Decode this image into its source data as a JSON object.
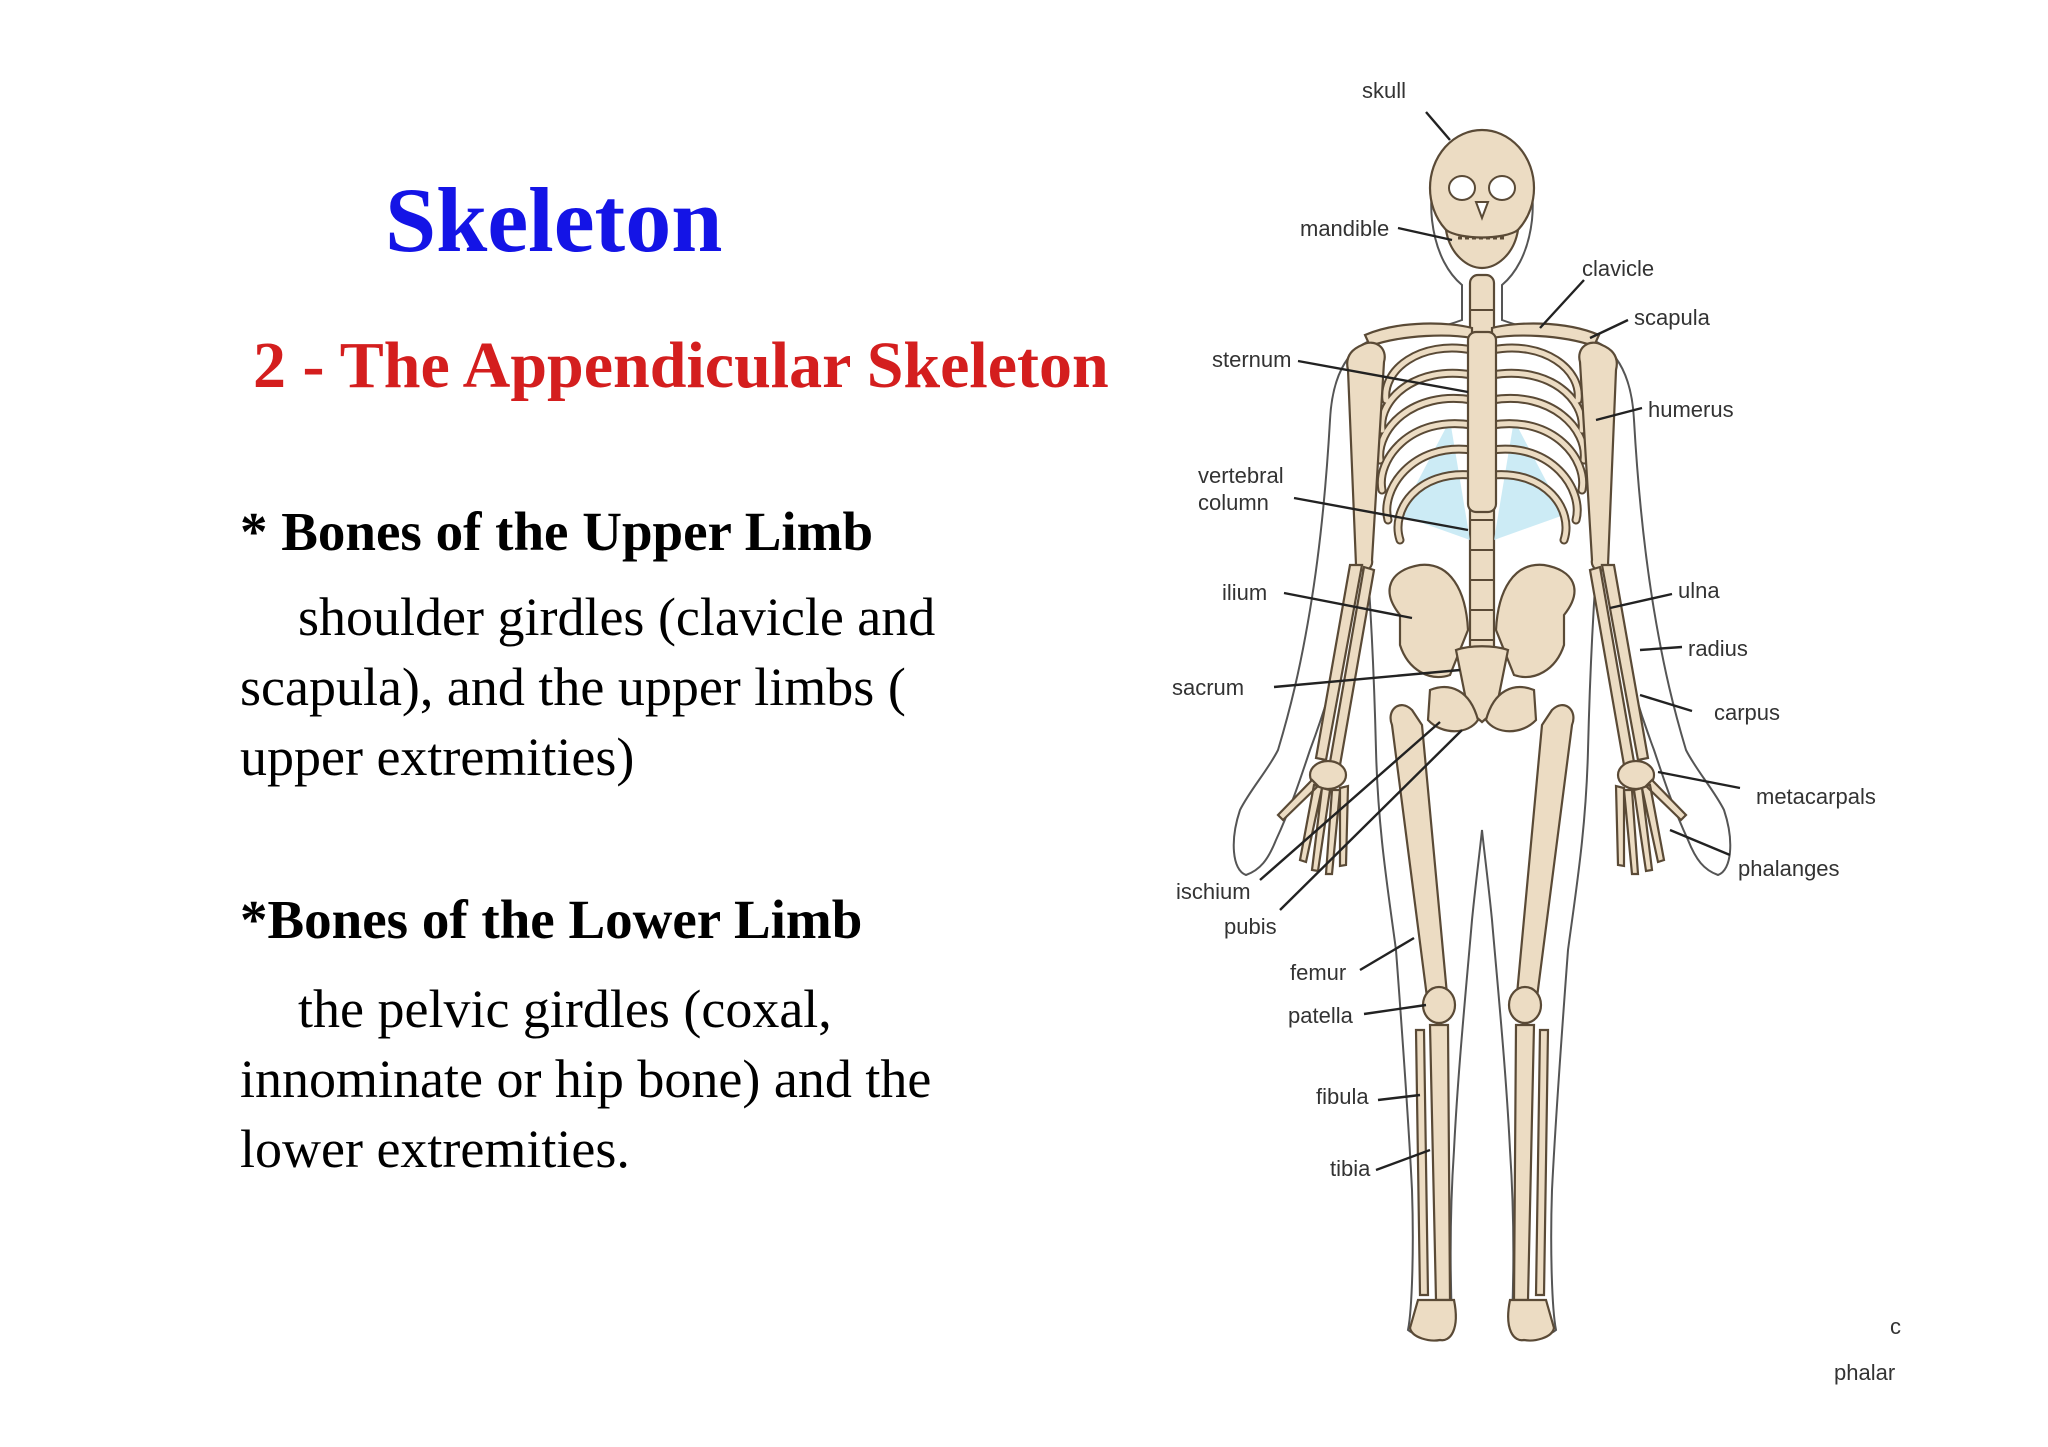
{
  "slide": {
    "title": "Skeleton",
    "subtitle": "2 - The Appendicular Skeleton",
    "upper_limb": {
      "heading": "* Bones of the Upper Limb",
      "text": "shoulder girdles (clavicle and scapula), and the upper limbs ( upper extremities)"
    },
    "lower_limb": {
      "heading": "*Bones of the Lower Limb",
      "text": "the pelvic girdles (coxal, innominate or hip bone) and the lower extremities."
    },
    "colors": {
      "title": "#1414e6",
      "subtitle": "#d41e1e",
      "bone": "#ecdcc3",
      "cartilage": "#bfe6f2"
    }
  },
  "figure": {
    "labels": {
      "skull": "skull",
      "mandible": "mandible",
      "clavicle": "clavicle",
      "scapula": "scapula",
      "sternum": "sternum",
      "humerus": "humerus",
      "vertebral_1": "vertebral",
      "vertebral_2": "column",
      "ilium": "ilium",
      "ulna": "ulna",
      "radius": "radius",
      "sacrum": "sacrum",
      "carpus": "carpus",
      "metacarpals": "metacarpals",
      "phalanges": "phalanges",
      "ischium": "ischium",
      "pubis": "pubis",
      "femur": "femur",
      "patella": "patella",
      "fibula": "fibula",
      "tibia": "tibia",
      "cut_1": "c",
      "cut_2": "phalar"
    }
  }
}
